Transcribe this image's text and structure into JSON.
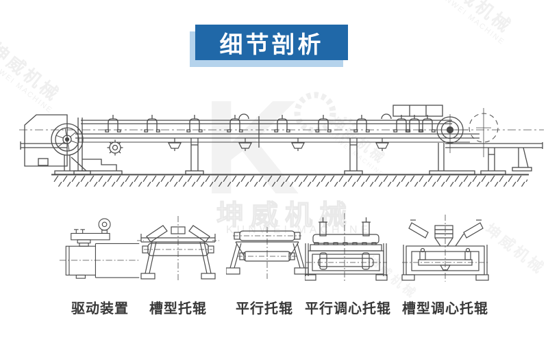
{
  "header": {
    "title": "细节剖析"
  },
  "watermark": {
    "cn": "坤威机械",
    "en": "KUNWEI MACHINE",
    "letter": "K"
  },
  "details": {
    "items": [
      {
        "label": "驱动装置"
      },
      {
        "label": "槽型托辊"
      },
      {
        "label": "平行托辊"
      },
      {
        "label": "平行调心托辊"
      },
      {
        "label": "槽型调心托辊"
      }
    ]
  },
  "colors": {
    "banner_blue": "#2068a8",
    "banner_shadow": "#b5d3ec",
    "drawing_line": "#4a4a4a",
    "label_text": "#383838",
    "watermark_gray": "#ededed"
  }
}
